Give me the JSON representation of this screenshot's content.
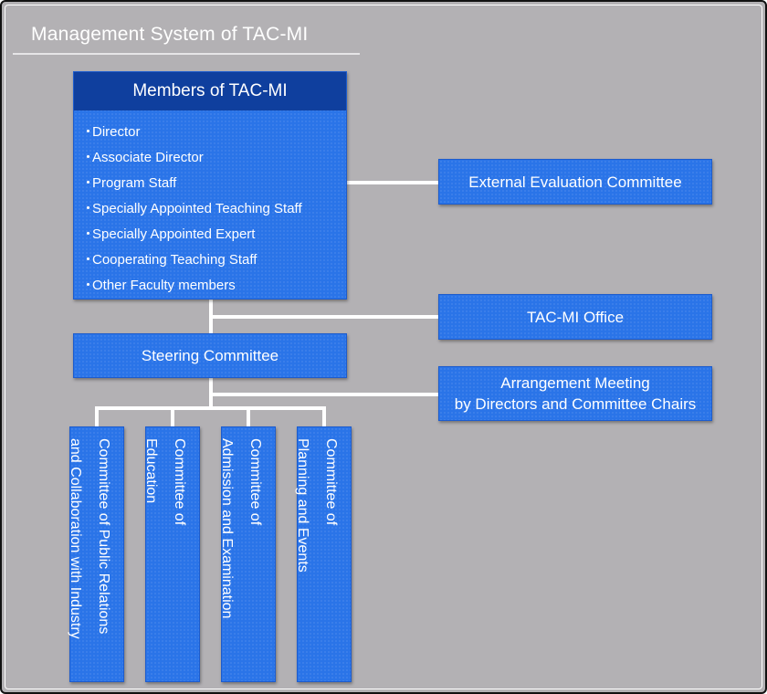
{
  "title": "Management System of TAC-MI",
  "members": {
    "header": "Members of TAC-MI",
    "items": [
      "Director",
      "Associate Director",
      "Program Staff",
      "Specially Appointed Teaching Staff",
      "Specially Appointed Expert",
      "Cooperating Teaching Staff",
      "Other Faculty members"
    ]
  },
  "external_committee": "External Evaluation Committee",
  "office": "TAC-MI Office",
  "steering": "Steering Committee",
  "arrangement": {
    "line1": "Arrangement Meeting",
    "line2": "by Directors and Committee Chairs"
  },
  "committees": [
    {
      "line1": "Committee of  Public Relations",
      "line2": "and Collaboration with Industry"
    },
    {
      "line1": "Committee of",
      "line2": "Education"
    },
    {
      "line1": "Committee of",
      "line2": "Admission and Examination"
    },
    {
      "line1": "Committee of",
      "line2": "Planning and Events"
    }
  ],
  "colors": {
    "background": "#b3b1b4",
    "box": "#2a74e8",
    "header": "#0f3f9e",
    "connector": "#ffffff"
  }
}
